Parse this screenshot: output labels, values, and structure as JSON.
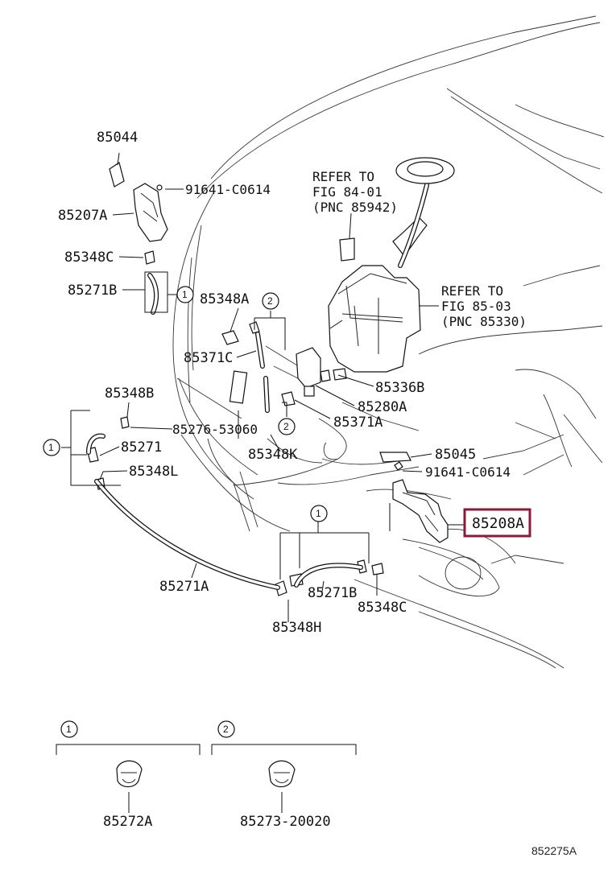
{
  "labels": {
    "p85044": "85044",
    "p91641_top": "91641-C0614",
    "p85207A": "85207A",
    "p85348C_top": "85348C",
    "p85271B_top": "85271B",
    "p85348A": "85348A",
    "p85371C": "85371C",
    "p85348B": "85348B",
    "p85271": "85271",
    "p85348L": "85348L",
    "p85276": "85276-53060",
    "p85348K": "85348K",
    "p85280A": "85280A",
    "p85371A": "85371A",
    "p85336B": "85336B",
    "p85045": "85045",
    "p91641_bot": "91641-C0614",
    "p85208A": "85208A",
    "p85271A": "85271A",
    "p85271B_bot": "85271B",
    "p85348C_bot": "85348C",
    "p85348H": "85348H",
    "p85272A": "85272A",
    "p85273": "85273-20020"
  },
  "refer1": {
    "line1": "REFER TO",
    "line2": "FIG 84-01",
    "line3": "(PNC 85942)"
  },
  "refer2": {
    "line1": "REFER TO",
    "line2": "FIG 85-03",
    "line3": "(PNC 85330)"
  },
  "callouts": {
    "one": "1",
    "two": "2"
  },
  "figure_id": "852275A",
  "highlight_color": "#8b1a3a"
}
